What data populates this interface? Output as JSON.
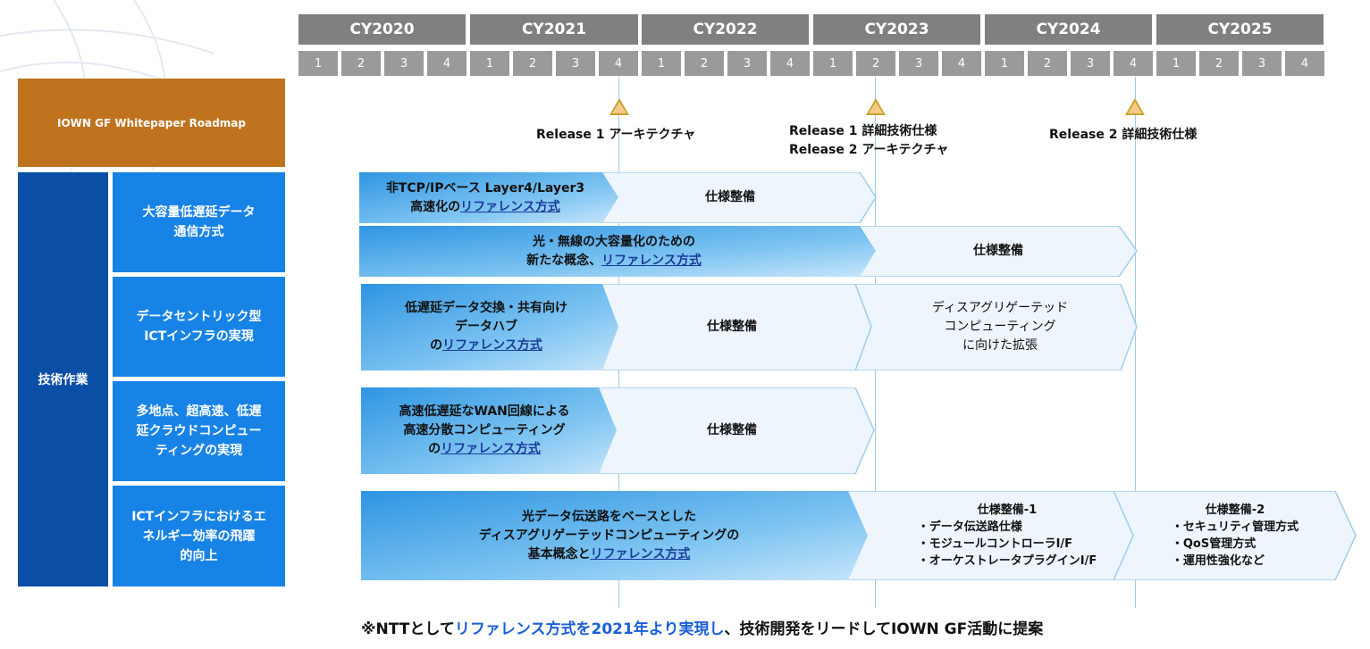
{
  "timeline": {
    "years": [
      "CY2020",
      "CY2021",
      "CY2022",
      "CY2023",
      "CY2024",
      "CY2025"
    ],
    "quarters": [
      "1",
      "2",
      "3",
      "4"
    ]
  },
  "milestones": [
    {
      "lines": [
        "Release 1 アーキテクチャ"
      ]
    },
    {
      "lines": [
        "Release 1 詳細技術仕様",
        "Release 2 アーキテクチャ"
      ]
    },
    {
      "lines": [
        "Release 2 詳細技術仕様"
      ]
    }
  ],
  "roadmap_label": "IOWN GF Whitepaper Roadmap",
  "work_label": "技術作業",
  "categories": [
    "大容量低遅延データ\n通信方式",
    "データセントリック型\nICTインフラの実現",
    "多地点、超高速、低遅\n延クラウドコンピュー\nティングの実現",
    "ICTインフラにおけるエ\nネルギー効率の飛躍\n的向上"
  ],
  "bands": {
    "b1": {
      "a1": "非TCP/IPベース Layer4/Layer3",
      "a2": "高速化の",
      "ref": "リファレンス方式",
      "b": "仕様整備"
    },
    "b2": {
      "a1": "光・無線の大容量化のための",
      "a2": "新たな概念、",
      "ref": "リファレンス方式",
      "b": "仕様整備"
    },
    "b3": {
      "a1": "低遅延データ交換・共有向け",
      "a2": "データハブ",
      "a3": "の",
      "ref": "リファレンス方式",
      "b": "仕様整備",
      "c": "ディスアグリゲーテッド\nコンピューティング\nに向けた拡張"
    },
    "b4": {
      "a1": "高速低遅延なWAN回線による",
      "a2": "高速分散コンピューティング",
      "a3": "の",
      "ref": "リファレンス方式",
      "b": "仕様整備"
    },
    "b5": {
      "a1": "光データ伝送路をベースとした",
      "a2": "ディスアグリゲーテッドコンピューティングの",
      "a3": "基本概念と",
      "ref": "リファレンス方式",
      "b_title": "仕様整備-1",
      "b_items": [
        "・データ伝送路仕様",
        "・モジュールコントローラI/F",
        "・オーケストレータプラグインI/F"
      ],
      "c_title": "仕様整備-2",
      "c_items": [
        "・セキュリティ管理方式",
        "・QoS管理方式",
        "・運用性強化など"
      ]
    }
  },
  "footnote": {
    "p1": "※NTTとして",
    "p2": "リファレンス方式を2021年より実現し",
    "p3": "、技術開発をリードしてIOWN GF活動に提案"
  },
  "colors": {
    "roadmap": "#c0731f",
    "work": "#0b4ea6",
    "category": "#1883e6",
    "arrow_dark": "#4aa9e9",
    "arrow_light": "#eef5fc",
    "year": "#808080",
    "quarter": "#9a9a9a"
  }
}
